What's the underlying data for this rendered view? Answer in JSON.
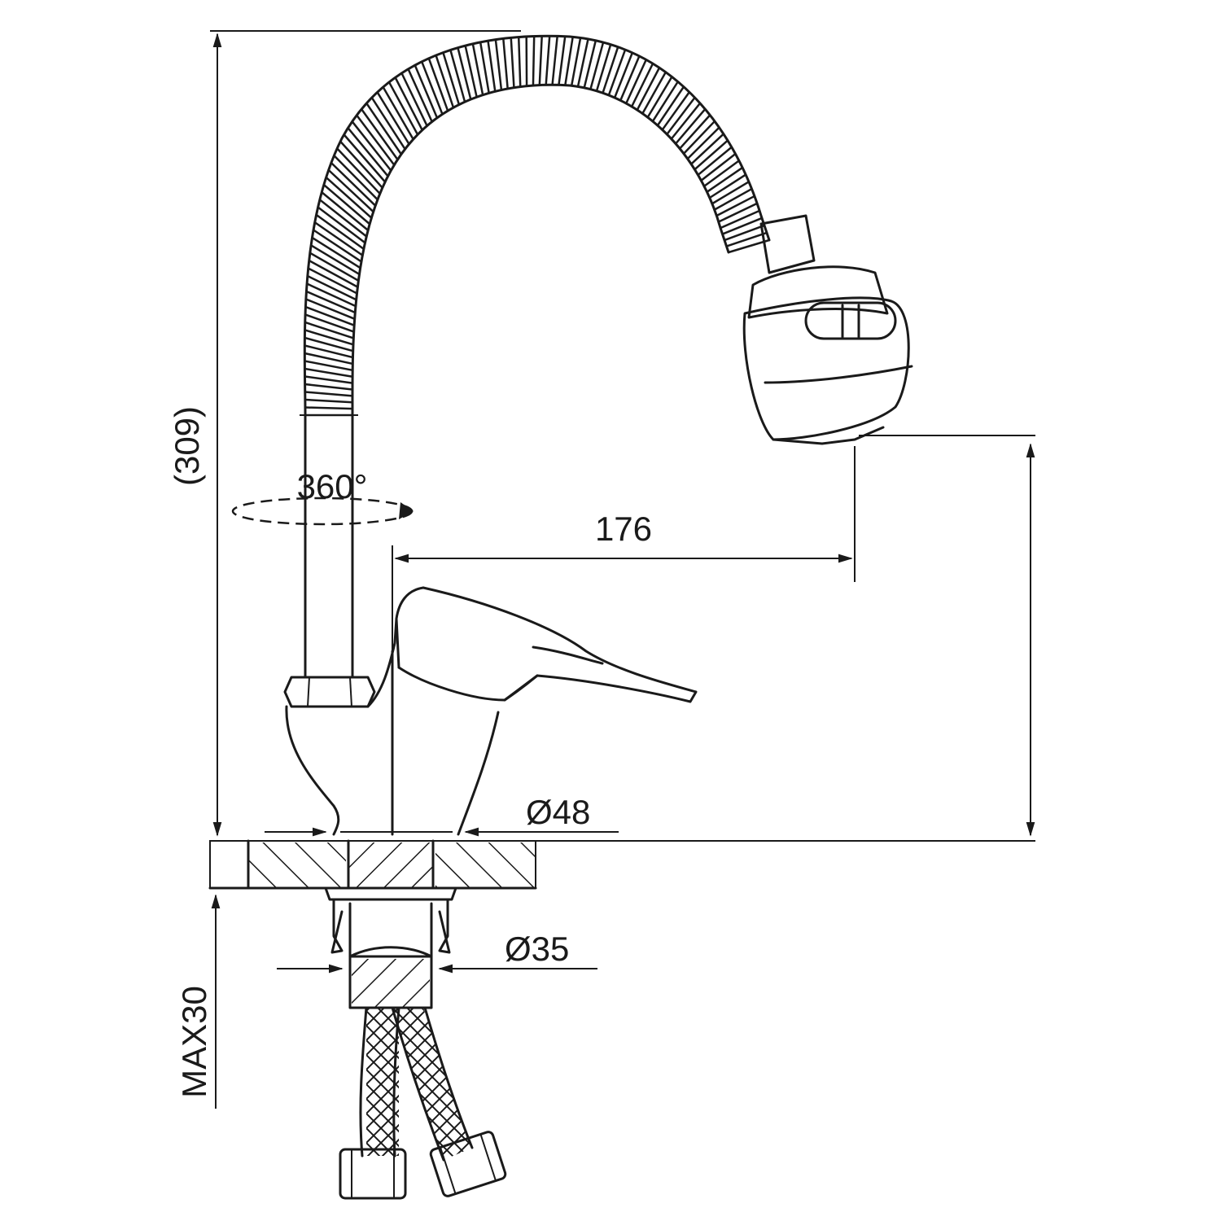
{
  "dimensions": {
    "overall_height": "(309)",
    "rotation": "360°",
    "spout_reach": "176",
    "base_diameter": "Ø48",
    "shank_diameter": "Ø35",
    "max_deck_thickness": "MAX30"
  },
  "colors": {
    "line": "#1a1a1a",
    "background": "#ffffff"
  }
}
